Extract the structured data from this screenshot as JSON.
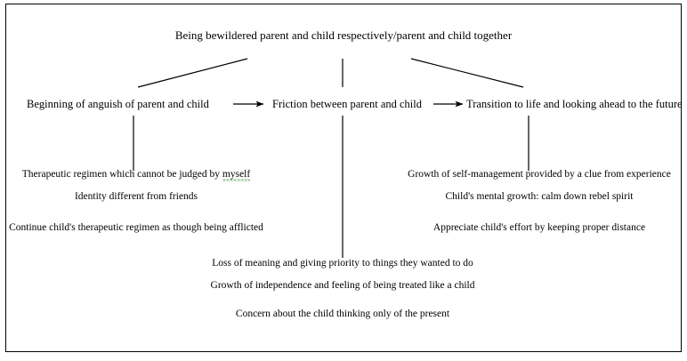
{
  "diagram": {
    "title_node": {
      "text": "Being bewildered parent and child respectively/parent and child together"
    },
    "stages": [
      {
        "id": "stage-1",
        "label": "Beginning of anguish of parent and child"
      },
      {
        "id": "stage-2",
        "label": "Friction between parent and child"
      },
      {
        "id": "stage-3",
        "label": "Transition to life and looking ahead to the future"
      }
    ],
    "left_cluster": {
      "items": [
        {
          "text_before": "Therapeutic regimen which cannot be judged by ",
          "misspelled": "myself",
          "text_after": ""
        },
        {
          "text_before": "Identity different from friends",
          "misspelled": "",
          "text_after": ""
        },
        {
          "text_before": "Continue child's therapeutic regimen as though being afflicted",
          "misspelled": "",
          "text_after": ""
        }
      ]
    },
    "right_cluster": {
      "items": [
        {
          "text": "Growth of self-management provided by a clue from experience"
        },
        {
          "text": "Child's mental growth: calm down rebel spirit"
        },
        {
          "text": "Appreciate child's effort by keeping proper distance"
        }
      ]
    },
    "center_cluster": {
      "items": [
        {
          "text": "Loss of meaning and giving priority to things they wanted to do"
        },
        {
          "text": "Growth of independence and feeling of being treated like a child"
        },
        {
          "text": "Concern about the child thinking only of the present"
        }
      ]
    },
    "colors": {
      "line": "#000000",
      "text": "#000000",
      "background": "#ffffff",
      "spellcheck_underline": "#2f8f2f"
    }
  }
}
